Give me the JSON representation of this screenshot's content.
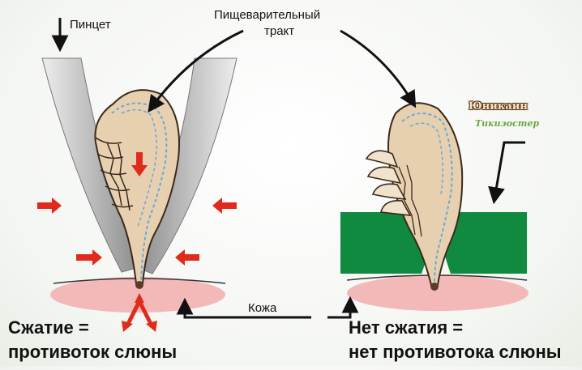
{
  "labels": {
    "tweezers": "Пинцет",
    "digestive_tract_line1": "Пищеварительный",
    "digestive_tract_line2": "тракт",
    "skin": "Кожа",
    "brand_name": "Юникаин",
    "brand_product": "Тикиэостер",
    "left_caption_line1": "Сжатие =",
    "left_caption_line2": "противоток слюны",
    "right_caption_line1": "Нет сжатия =",
    "right_caption_line2": "нет противотока слюны"
  },
  "colors": {
    "tick_body": "#e8cfae",
    "tick_outline": "#3a2a1e",
    "tweezer": "#c9c9c9",
    "pressure_arrow": "#e02a1c",
    "device_green": "#0f8a3e",
    "skin": "#f2b4b4",
    "tract_line": "#6aa8d8"
  }
}
